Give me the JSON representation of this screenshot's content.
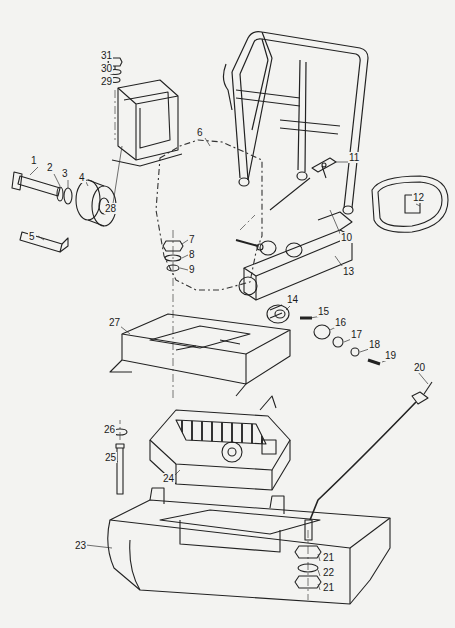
{
  "diagram": {
    "labels": [
      "1",
      "2",
      "3",
      "4",
      "5",
      "6",
      "7",
      "8",
      "9",
      "10",
      "11",
      "12",
      "13",
      "14",
      "15",
      "16",
      "17",
      "18",
      "19",
      "20",
      "21",
      "22",
      "21",
      "23",
      "24",
      "25",
      "26",
      "27",
      "28",
      "29",
      "30",
      "31"
    ]
  }
}
